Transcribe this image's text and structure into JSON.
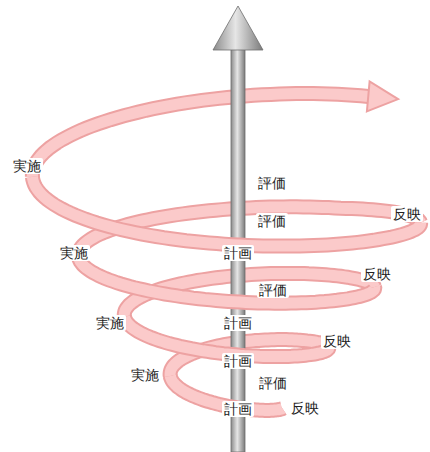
{
  "diagram": {
    "labels": [
      "実施",
      "評価",
      "評価",
      "反映",
      "実施",
      "計画",
      "評価",
      "反映",
      "実施",
      "計画",
      "反映",
      "計画",
      "実施",
      "評価",
      "計画",
      "反映"
    ]
  }
}
